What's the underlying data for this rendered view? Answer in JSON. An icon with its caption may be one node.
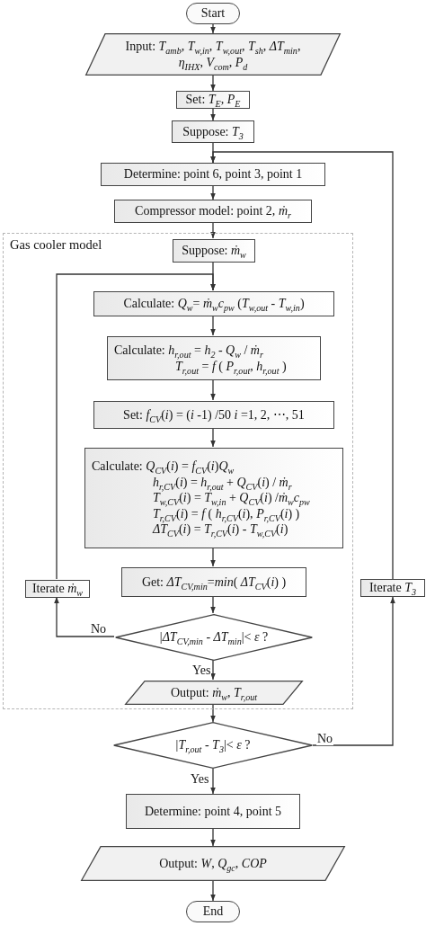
{
  "diagram": {
    "nodes": [
      {
        "text": [
          "Start"
        ]
      },
      {
        "text": [
          "Input: *T*$_{amb}$, *T*$_{w,in}$, *T*$_{w,out}$, *T*$_{sh}$, *ΔT*$_{min}$, *η*$_{IHX}$, *V*$_{com}$, *P*$_{d}$"
        ]
      },
      {
        "text": [
          "Set: *T*$_{E}$, *P*$_{E}$"
        ]
      },
      {
        "text": [
          "Suppose: *T*$_{3}$"
        ]
      },
      {
        "text": [
          "Determine: point 6, point 3, point 1"
        ]
      },
      {
        "text": [
          "Compressor model: point 2, *ṁ*$_{r}$"
        ]
      },
      {
        "text": [
          "Gas cooler model"
        ]
      },
      {
        "text": [
          "Suppose: *ṁ*$_{w}$"
        ],
        "in": 6
      },
      {
        "text": [
          "Calculate: *Q*$_{w}$= *ṁ*$_{w}$*c*$_{pw}$ (*T*$_{w,out}$ - *T*$_{w,in}$)"
        ],
        "in": 6
      },
      {
        "text": [
          "Calculate: *h*$_{r,out}$ = *h*$_{2}$ - *Q*$_{w}$ / *ṁ*$_{r}$",
          "*T*$_{r,out}$ = *f* ( *P*$_{r,out}$, *h*$_{r,out}$ )"
        ],
        "in": 6
      },
      {
        "text": [
          "Set: *f*$_{CV}$(*i*) = (*i* -1) /50 *i* =1, 2, ⋯, 51"
        ],
        "in": 6
      },
      {
        "text": [
          "Calculate: *Q*$_{CV}$(*i*) = *f*$_{CV}$(*i*)*Q*$_{w}$",
          "*h*$_{r,CV}$(*i*) = *h*$_{r,out}$ + *Q*$_{CV}$(*i*) / *ṁ*$_{r}$",
          "*T*$_{w,CV}$(*i*) = *T*$_{w,in}$ + *Q*$_{CV}$(*i*) /*ṁ*$_{w}$*c*$_{pw}$",
          "*T*$_{r,CV}$(*i*) = *f* ( *h*$_{r,CV}$(*i*), *P*$_{r,CV}$(*i*) )",
          "*ΔT*$_{CV}$(*i*) = *T*$_{r,CV}$(*i*) - *T*$_{w,CV}$(*i*)"
        ],
        "in": 6
      },
      {
        "text": [
          "Get: *ΔT*$_{CV,min}$=*min*( *ΔT*$_{CV}$(*i*) )"
        ],
        "in": 6
      },
      {
        "text": [
          "|*ΔT*$_{CV,min}$ - *ΔT*$_{min}$|< *ε* ?"
        ],
        "in": 6
      },
      {
        "text": [
          "Iterate *ṁ*$_{w}$"
        ],
        "in": 6
      },
      {
        "text": [
          "Output: *ṁ*$_{w}$, *T*$_{r,out}$"
        ],
        "in": 6
      },
      {
        "text": [
          "|*T*$_{r,out}$ - *T*$_{3}$|< *ε* ?"
        ]
      },
      {
        "text": [
          "Iterate *T*$_{3}$"
        ]
      },
      {
        "text": [
          "Determine: point 4, point 5"
        ]
      },
      {
        "text": [
          "Output: *W*, *Q*$_{gc}$, *COP*"
        ]
      },
      {
        "text": [
          "End"
        ]
      }
    ],
    "edges": [
      {
        "from": 0,
        "to": 1,
        "arrow": "to"
      },
      {
        "from": 1,
        "to": 2,
        "arrow": "to"
      },
      {
        "from": 2,
        "to": 3,
        "arrow": "to"
      },
      {
        "from": 3,
        "to": 4,
        "arrow": "to"
      },
      {
        "from": 4,
        "to": 5,
        "arrow": "to"
      },
      {
        "from": 5,
        "to": 7,
        "arrow": "to"
      },
      {
        "from": 7,
        "to": 8,
        "arrow": "to"
      },
      {
        "from": 8,
        "to": 9,
        "arrow": "to"
      },
      {
        "from": 9,
        "to": 10,
        "arrow": "to"
      },
      {
        "from": 10,
        "to": 11,
        "arrow": "to"
      },
      {
        "from": 11,
        "to": 12,
        "arrow": "to"
      },
      {
        "from": 12,
        "to": 13,
        "arrow": "to"
      },
      {
        "from": 13,
        "to": 14,
        "arrow": "to",
        "label": "No"
      },
      {
        "from": 14,
        "to": 8,
        "arrow": "to"
      },
      {
        "from": 13,
        "to": 15,
        "arrow": "to",
        "label": "Yes"
      },
      {
        "from": 15,
        "to": 16,
        "arrow": "to"
      },
      {
        "from": 16,
        "to": 17,
        "arrow": "to",
        "label": "No"
      },
      {
        "from": 17,
        "to": 4,
        "arrow": "to"
      },
      {
        "from": 16,
        "to": 18,
        "arrow": "to",
        "label": "Yes"
      },
      {
        "from": 18,
        "to": 19,
        "arrow": "to"
      },
      {
        "from": 19,
        "to": 20,
        "arrow": "to"
      }
    ]
  }
}
